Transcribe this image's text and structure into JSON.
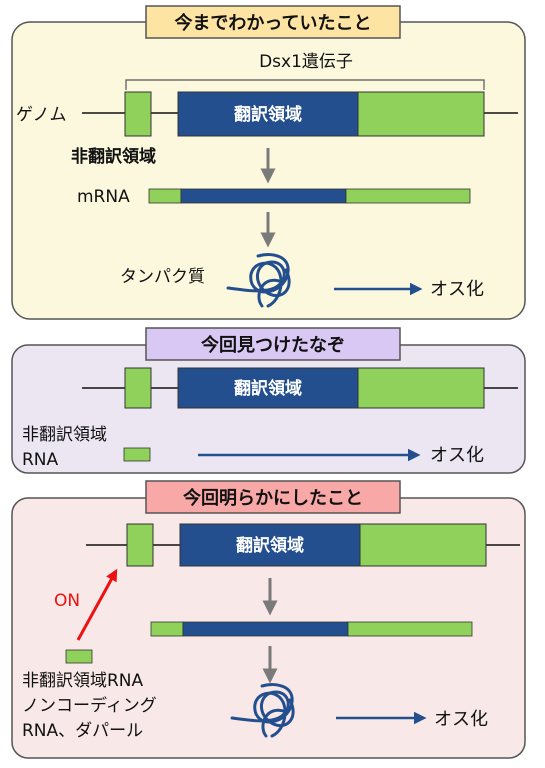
{
  "panels": [
    {
      "title": "今までわかっていたこと",
      "gene_label": "Dsx1遺伝子",
      "genome_label": "ゲノム",
      "exon_label": "翻訳領域",
      "noncoding_label": "非翻訳領域",
      "mrna_label": "mRNA",
      "protein_label": "タンパク質",
      "outcome_label": "オス化"
    },
    {
      "title": "今回見つけたなぞ",
      "exon_label": "翻訳領域",
      "rna_label_line1": "非翻訳領域",
      "rna_label_line2": "RNA",
      "outcome_label": "オス化"
    },
    {
      "title": "今回明らかにしたこと",
      "exon_label": "翻訳領域",
      "on_label": "ON",
      "rna_label_line1": "非翻訳領域RNA",
      "rna_label_line2": "ノンコーディング",
      "rna_label_line3": "RNA、ダパール",
      "outcome_label": "オス化"
    }
  ],
  "colors": {
    "panel1_bg": "#fbf8dd",
    "panel1_title_bg": "#fde4a3",
    "panel2_bg": "#ebe6f2",
    "panel2_title_bg": "#dac8f4",
    "panel3_bg": "#f8e8e8",
    "panel3_title_bg": "#f9a8a8",
    "coding_blue": "#244f8e",
    "noncoding_green": "#8fd15a",
    "arrow_gray": "#7a7a7a",
    "arrow_blue": "#244f8e",
    "on_red": "#ee1111"
  }
}
